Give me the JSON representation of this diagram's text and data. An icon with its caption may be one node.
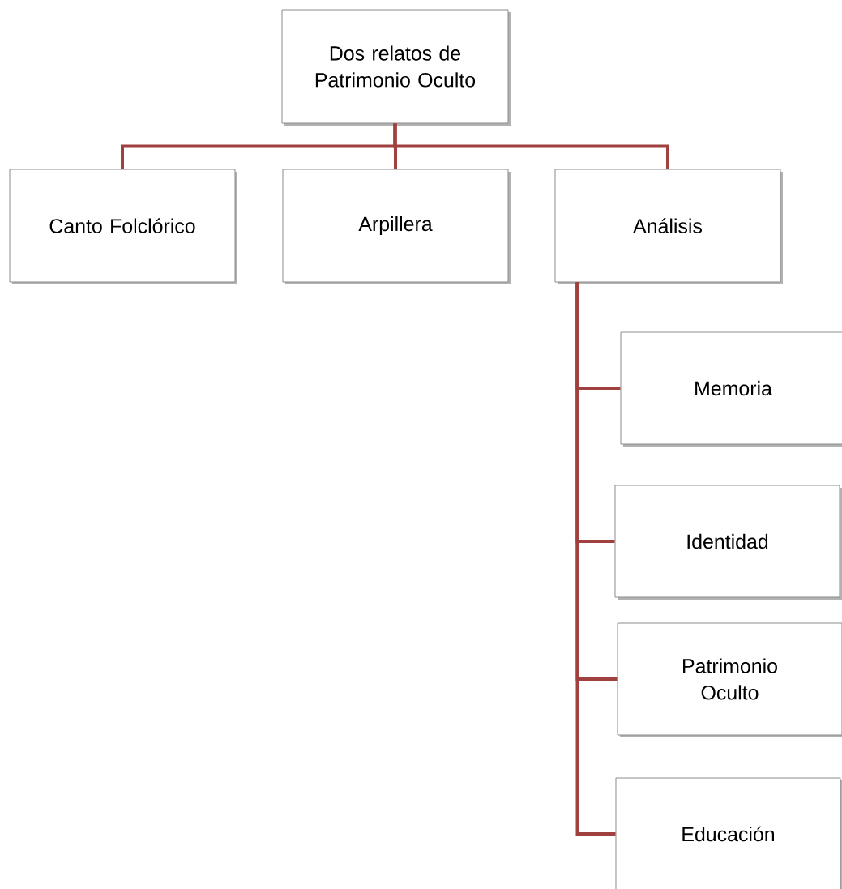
{
  "diagram": {
    "nodes": [
      {
        "text": [
          "Dos relatos de Patrimonio Oculto"
        ]
      },
      {
        "text": [
          "Canto Folclórico"
        ]
      },
      {
        "text": [
          "Arpillera"
        ]
      },
      {
        "text": [
          "Análisis"
        ]
      },
      {
        "text": [
          "Memoria"
        ]
      },
      {
        "text": [
          "Identidad"
        ]
      },
      {
        "text": [
          "Patrimonio Oculto"
        ]
      },
      {
        "text": [
          "Educación"
        ]
      }
    ],
    "edges": [
      {
        "from": 0,
        "to": 1,
        "arrow": "none"
      },
      {
        "from": 0,
        "to": 2,
        "arrow": "none"
      },
      {
        "from": 0,
        "to": 3,
        "arrow": "none"
      },
      {
        "from": 3,
        "to": 4,
        "arrow": "none"
      },
      {
        "from": 3,
        "to": 5,
        "arrow": "none"
      },
      {
        "from": 3,
        "to": 6,
        "arrow": "none"
      },
      {
        "from": 3,
        "to": 7,
        "arrow": "none"
      }
    ]
  }
}
